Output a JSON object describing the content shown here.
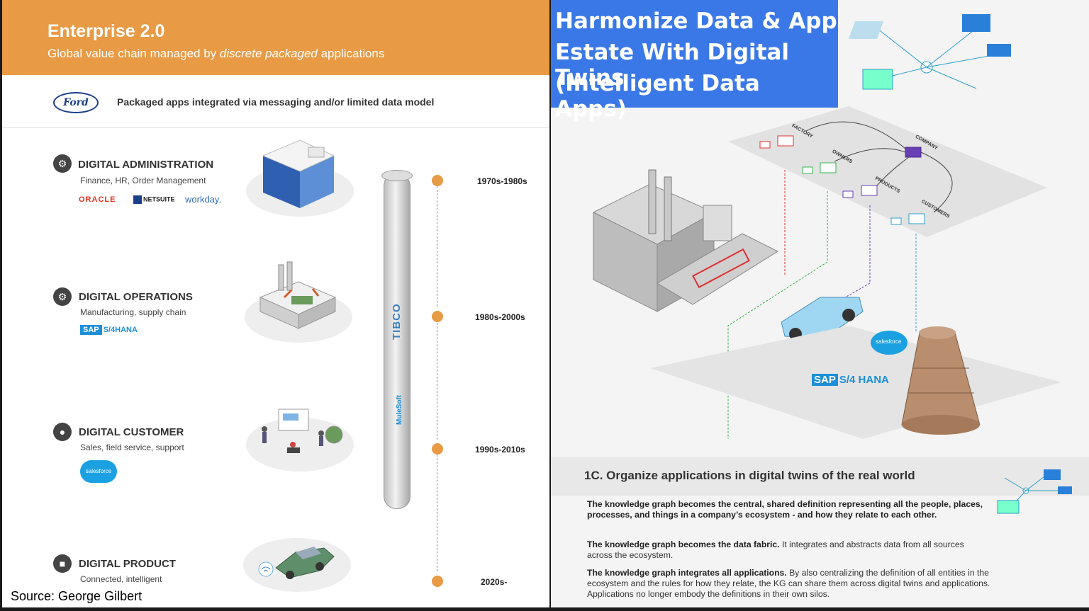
{
  "left": {
    "title": "Enterprise 2.0",
    "subtitle_pre": "Global value chain managed by ",
    "subtitle_em": "discrete packaged",
    "subtitle_post": " applications",
    "ford_logo": "Ford",
    "ford_text": "Packaged apps integrated via messaging and/or limited data model",
    "sections": [
      {
        "title": "DIGITAL ADMINISTRATION",
        "sub": "Finance, HR, Order Management",
        "icon": "org-chart-icon",
        "vendors": [
          "ORACLE",
          "NETSUITE",
          "workday."
        ]
      },
      {
        "title": "DIGITAL OPERATIONS",
        "sub": "Manufacturing, supply chain",
        "icon": "gear-icon",
        "vendors": [
          "SAP",
          "S/4HANA"
        ]
      },
      {
        "title": "DIGITAL CUSTOMER",
        "sub": "Sales, field service, support",
        "icon": "person-icon",
        "vendors": [
          "salesforce"
        ]
      },
      {
        "title": "DIGITAL PRODUCT",
        "sub": "Connected, intelligent",
        "icon": "phone-icon",
        "vendors": []
      }
    ],
    "middleware": [
      "TIBCO",
      "MuleSoft"
    ],
    "eras": [
      "1970s-1980s",
      "1980s-2000s",
      "1990s-2010s",
      "2020s-"
    ],
    "source": "Source: George Gilbert"
  },
  "right": {
    "title_lines": [
      "Harmonize Data & App",
      "Estate With Digital Twins",
      "(Intelligent Data Apps)"
    ],
    "graph_labels": [
      "FACTORY",
      "COMPANY",
      "OWNERS",
      "PRODUCTS",
      "CUSTOMERS"
    ],
    "logos": [
      "salesforce",
      "SAP",
      "S/4 HANA"
    ],
    "band_title": "1C. Organize applications in digital twins of the real world",
    "paragraphs": [
      {
        "bold": "The knowledge graph becomes the central, shared definition representing all the people, places, processes, and things in a company’s ecosystem - and how they relate to each other.",
        "rest": ""
      },
      {
        "bold": "The knowledge graph becomes the data fabric.",
        "rest": " It integrates and abstracts data from all sources across the ecosystem."
      },
      {
        "bold": "The knowledge graph integrates all applications.",
        "rest": " By also centralizing the definition of all entities in the ecosystem and the rules for how they relate, the KG can share them across digital twins and applications. Applications no longer embody the definitions in their own silos."
      }
    ]
  },
  "colors": {
    "orange": "#e89a45",
    "blue": "#3b78e7",
    "sap_blue": "#1d8fd8",
    "salesforce": "#1ba1e2",
    "oracle": "#e2311d"
  }
}
